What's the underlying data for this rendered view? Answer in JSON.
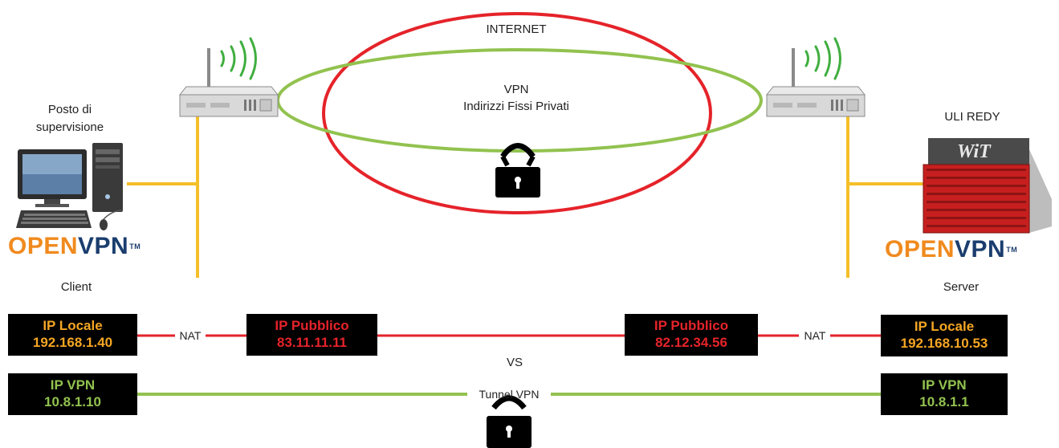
{
  "internet_label": "INTERNET",
  "vpn_label": "VPN",
  "vpn_sublabel": "Indirizzi Fissi Privati",
  "client": {
    "station_label_line1": "Posto di",
    "station_label_line2": "supervisione",
    "role_label": "Client",
    "logo_text_o": "O",
    "logo_text_pen": "PEN",
    "logo_text_vpn": "VPN",
    "logo_tm": "TM",
    "local_ip_title": "IP Locale",
    "local_ip_value": "192.168.1.40",
    "public_ip_title": "IP Pubblico",
    "public_ip_value": "83.11.11.11",
    "vpn_ip_title": "IP VPN",
    "vpn_ip_value": "10.8.1.10"
  },
  "server": {
    "device_label": "ULI REDY",
    "device_brand": "WiT",
    "role_label": "Server",
    "logo_text_o": "O",
    "logo_text_pen": "PEN",
    "logo_text_vpn": "VPN",
    "logo_tm": "TM",
    "local_ip_title": "IP Locale",
    "local_ip_value": "192.168.10.53",
    "public_ip_title": "IP Pubblico",
    "public_ip_value": "82.12.34.56",
    "vpn_ip_title": "IP VPN",
    "vpn_ip_value": "10.8.1.1"
  },
  "nat_label": "NAT",
  "vs_label": "VS",
  "tunnel_label": "Tunnel VPN",
  "colors": {
    "internet_ring": "#e5232a",
    "vpn_ring": "#92c24f",
    "lan_wire": "#f5bf2a",
    "local_ip_text": "#f5a623",
    "public_ip_text": "#e5232a",
    "vpn_ip_text": "#92c24f"
  }
}
